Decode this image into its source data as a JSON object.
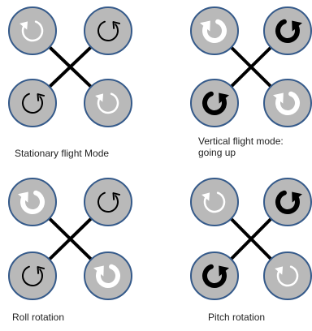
{
  "colors": {
    "background": "#ffffff",
    "rotor_fill": "#b9b9b9",
    "rotor_stroke": "#355a8a",
    "arm": "#000000",
    "arrow_dark": "#000000",
    "arrow_light": "#ffffff"
  },
  "icon_names": {
    "rotor": "propeller-circle-icon",
    "arrow": "rotation-arrow-icon"
  },
  "panels": [
    {
      "caption_lines": [
        "Stationary flight Mode"
      ],
      "rotors": [
        {
          "position": "top-left",
          "direction": "cw",
          "color": "light",
          "speed": "normal"
        },
        {
          "position": "top-right",
          "direction": "ccw",
          "color": "dark",
          "speed": "normal"
        },
        {
          "position": "bottom-left",
          "direction": "ccw",
          "color": "dark",
          "speed": "normal"
        },
        {
          "position": "bottom-right",
          "direction": "cw",
          "color": "light",
          "speed": "normal"
        }
      ]
    },
    {
      "caption_lines": [
        "Vertical flight mode:",
        "going up"
      ],
      "rotors": [
        {
          "position": "top-left",
          "direction": "cw",
          "color": "light",
          "speed": "high"
        },
        {
          "position": "top-right",
          "direction": "ccw",
          "color": "dark",
          "speed": "high"
        },
        {
          "position": "bottom-left",
          "direction": "ccw",
          "color": "dark",
          "speed": "high"
        },
        {
          "position": "bottom-right",
          "direction": "cw",
          "color": "light",
          "speed": "high"
        }
      ]
    },
    {
      "caption_lines": [
        "Roll rotation"
      ],
      "rotors": [
        {
          "position": "top-left",
          "direction": "cw",
          "color": "light",
          "speed": "high"
        },
        {
          "position": "top-right",
          "direction": "ccw",
          "color": "dark",
          "speed": "normal"
        },
        {
          "position": "bottom-left",
          "direction": "ccw",
          "color": "dark",
          "speed": "normal"
        },
        {
          "position": "bottom-right",
          "direction": "cw",
          "color": "light",
          "speed": "high"
        }
      ]
    },
    {
      "caption_lines": [
        "Pitch rotation"
      ],
      "rotors": [
        {
          "position": "top-left",
          "direction": "cw",
          "color": "light",
          "speed": "normal"
        },
        {
          "position": "top-right",
          "direction": "ccw",
          "color": "dark",
          "speed": "high"
        },
        {
          "position": "bottom-left",
          "direction": "ccw",
          "color": "dark",
          "speed": "high"
        },
        {
          "position": "bottom-right",
          "direction": "cw",
          "color": "light",
          "speed": "normal"
        }
      ]
    }
  ]
}
